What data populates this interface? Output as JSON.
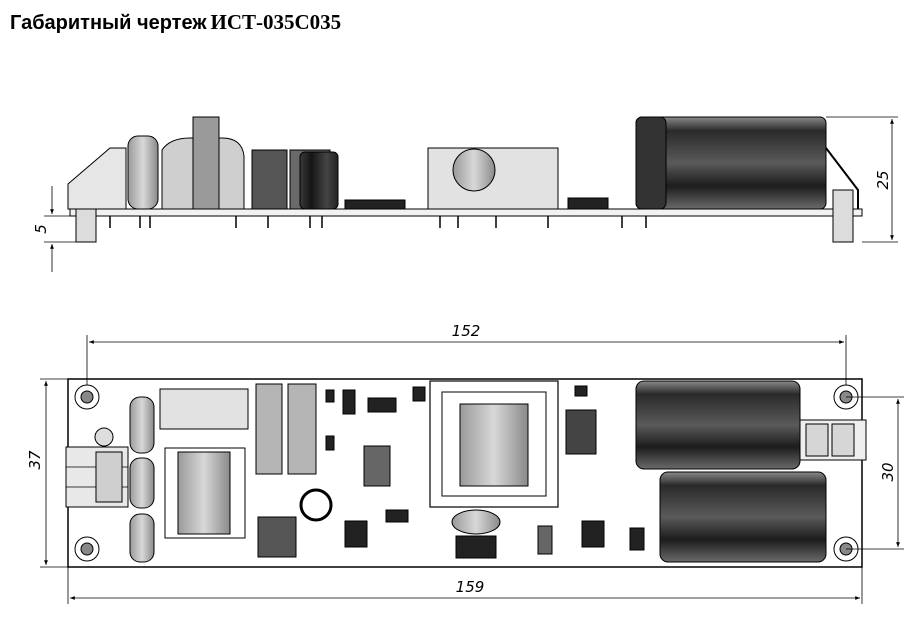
{
  "title": {
    "prefix": "Габаритный чертеж",
    "model": "ИСТ-035С035"
  },
  "dimensions": {
    "height_total": "25",
    "board_standoff": "5",
    "length_inner": "152",
    "length_total": "159",
    "width_total": "37",
    "width_inner": "30"
  }
}
